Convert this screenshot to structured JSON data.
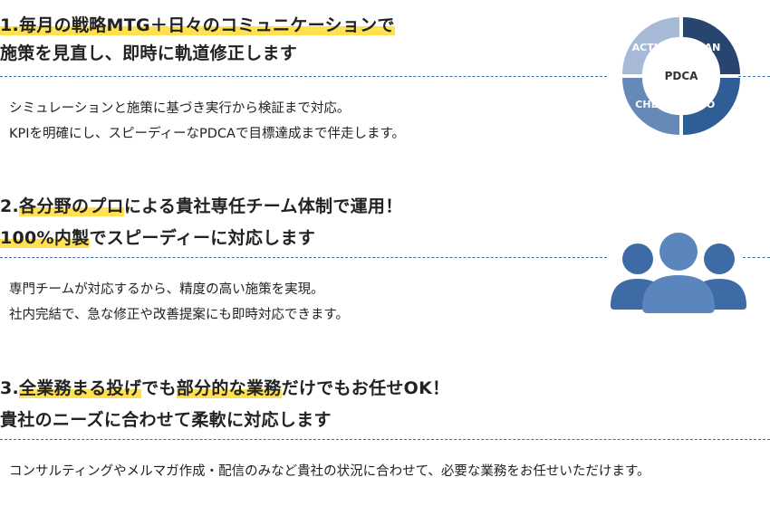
{
  "sections": [
    {
      "number": "1.",
      "heading_line1": [
        {
          "text": "毎月の戦略MTG＋日々のコミュニケーションで",
          "highlight": true
        }
      ],
      "heading_line2": [
        {
          "text": "施策を見直し、即時に軌道修正します",
          "highlight": false
        }
      ],
      "body": [
        "シミュレーションと施策に基づき実行から検証まで対応。",
        "KPIを明確にし、スピーディーなPDCAで目標達成まで伴走します。"
      ]
    },
    {
      "number": "2.",
      "heading_line1": [
        {
          "text": "各分野のプロ",
          "highlight": true
        },
        {
          "text": "による貴社専任チーム体制で運用！",
          "highlight": false
        }
      ],
      "heading_line2": [
        {
          "text": "100%内製",
          "highlight": true
        },
        {
          "text": "でスピーディーに対応します",
          "highlight": false
        }
      ],
      "body": [
        "専門チームが対応するから、精度の高い施策を実現。",
        "社内完結で、急な修正や改善提案にも即時対応できます。"
      ]
    },
    {
      "number": "3.",
      "heading_line1": [
        {
          "text": "全業務まる投げ",
          "highlight": true
        },
        {
          "text": "でも",
          "highlight": false
        },
        {
          "text": "部分的な業務",
          "highlight": true
        },
        {
          "text": "だけでもお任せOK！",
          "highlight": false
        }
      ],
      "heading_line2": [
        {
          "text": "貴社のニーズに合わせて柔軟に対応します",
          "highlight": false
        }
      ],
      "body": [
        "コンサルティングやメルマガ作成・配信のみなど貴社の状況に合わせて、必要な業務をお任せいただけます。"
      ]
    }
  ],
  "pdca": {
    "center": "PDCA",
    "plan": "PLAN",
    "do": "DO",
    "check": "CHECK",
    "action": "ACTION",
    "colors": {
      "plan": "#27456f",
      "do": "#2f5d95",
      "check": "#6689b8",
      "action": "#a6bad7"
    }
  },
  "team_icon": {
    "name": "team-icon",
    "color_front": "#5a86bd",
    "color_back": "#3e6aa6"
  }
}
